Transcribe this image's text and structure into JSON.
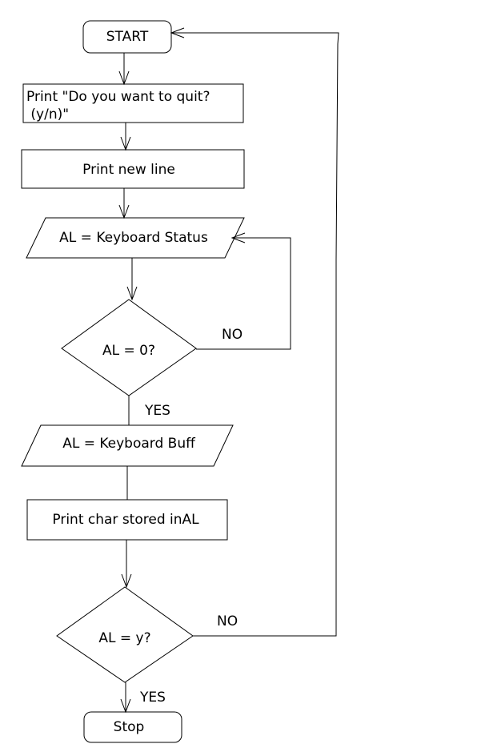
{
  "nodes": {
    "start": "START",
    "print_quit_line1": "Print \"Do you want to quit?",
    "print_quit_line2": " (y/n)\"",
    "print_newline": "Print new line",
    "read_status": "AL = Keyboard Status",
    "check_zero": "AL = 0?",
    "read_buffer": "AL = Keyboard Buff",
    "print_char": "Print char stored inAL",
    "check_y": "AL = y?",
    "stop": "Stop"
  },
  "edge_labels": {
    "zero_no": "NO",
    "zero_yes": "YES",
    "y_no": "NO",
    "y_yes": "YES"
  }
}
